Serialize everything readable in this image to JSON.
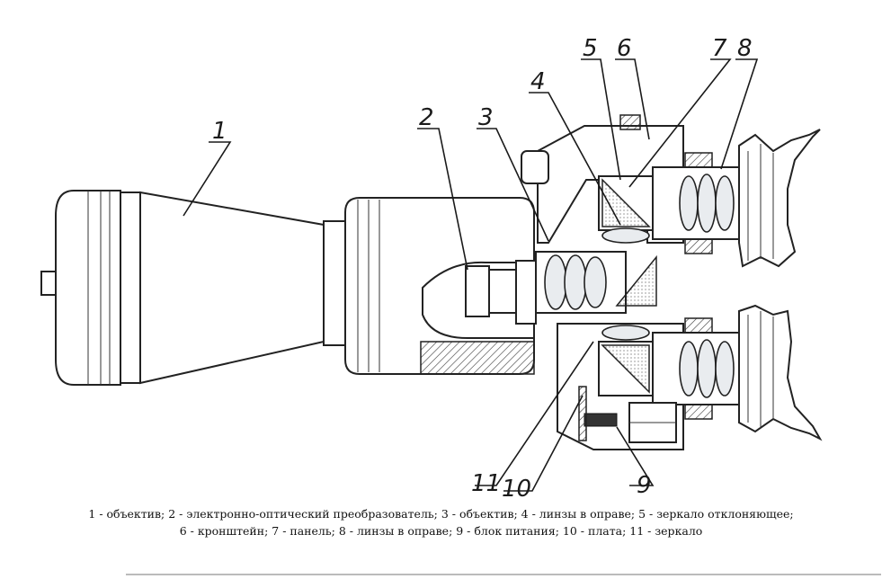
{
  "callouts": [
    {
      "id": "1",
      "label": "1"
    },
    {
      "id": "2",
      "label": "2"
    },
    {
      "id": "3",
      "label": "3"
    },
    {
      "id": "4",
      "label": "4"
    },
    {
      "id": "5",
      "label": "5"
    },
    {
      "id": "6",
      "label": "6"
    },
    {
      "id": "7",
      "label": "7"
    },
    {
      "id": "8",
      "label": "8"
    },
    {
      "id": "9",
      "label": "9"
    },
    {
      "id": "10",
      "label": "10"
    },
    {
      "id": "11",
      "label": "11"
    }
  ],
  "caption": {
    "line1": "1 - объектив; 2 - электронно-оптический преобразователь; 3 - объектив; 4 - линзы в оправе; 5 - зеркало отклоняющее;",
    "line2": "6 - кронштейн; 7 - панель; 8 - линзы в оправе; 9 - блок питания; 10 - плата; 11 - зеркало"
  },
  "colors": {
    "ink": "#1a1a1a",
    "background": "#ffffff"
  }
}
